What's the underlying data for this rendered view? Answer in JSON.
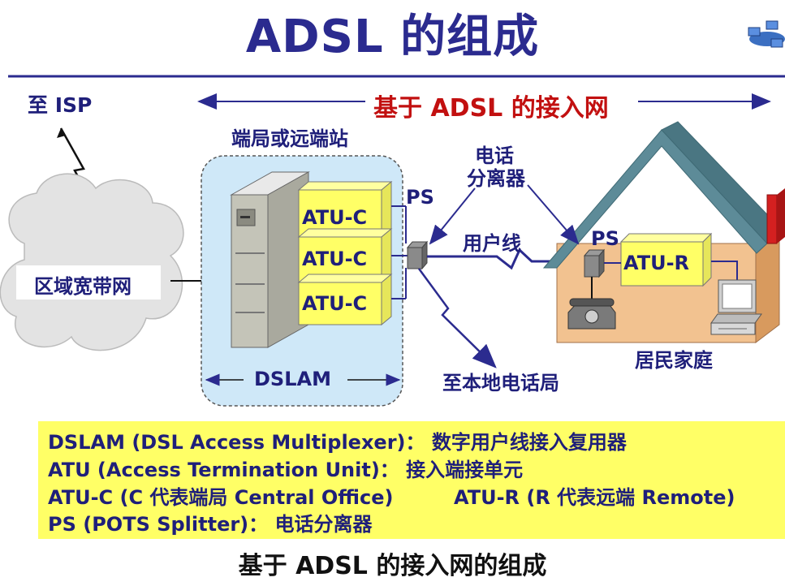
{
  "title": "ADSL 的组成",
  "labels": {
    "to_isp": "至 ISP",
    "access_network": "基于 ADSL 的接入网",
    "central_site": "端局或远端站",
    "regional_broadband": "区域宽带网",
    "atu_c": [
      "ATU-C",
      "ATU-C",
      "ATU-C"
    ],
    "dslam": "DSLAM",
    "ps_left": "PS",
    "splitter_l1": "电话",
    "splitter_l2": "分离器",
    "user_line": "用户线",
    "ps_right": "PS",
    "atu_r": "ATU-R",
    "residence": "居民家庭",
    "local_exchange": "至本地电话局"
  },
  "definitions": [
    "DSLAM (DSL Access Multiplexer)： 数字用户线接入复用器",
    "ATU (Access Termination Unit)： 接入端接单元",
    "ATU-C (C 代表端局 Central Office)",
    "ATU-R (R 代表远端 Remote)",
    "PS (POTS Splitter)： 电话分离器"
  ],
  "caption": "基于 ADSL 的接入网的组成",
  "colors": {
    "title": "#2b2b8f",
    "accent_red": "#c21010",
    "atu_box": "#ffff66",
    "dslam_bg": "#cfe8f8",
    "house_wall": "#f2c290",
    "roof": "#5d8b98",
    "definitions_bg": "#ffff66"
  }
}
